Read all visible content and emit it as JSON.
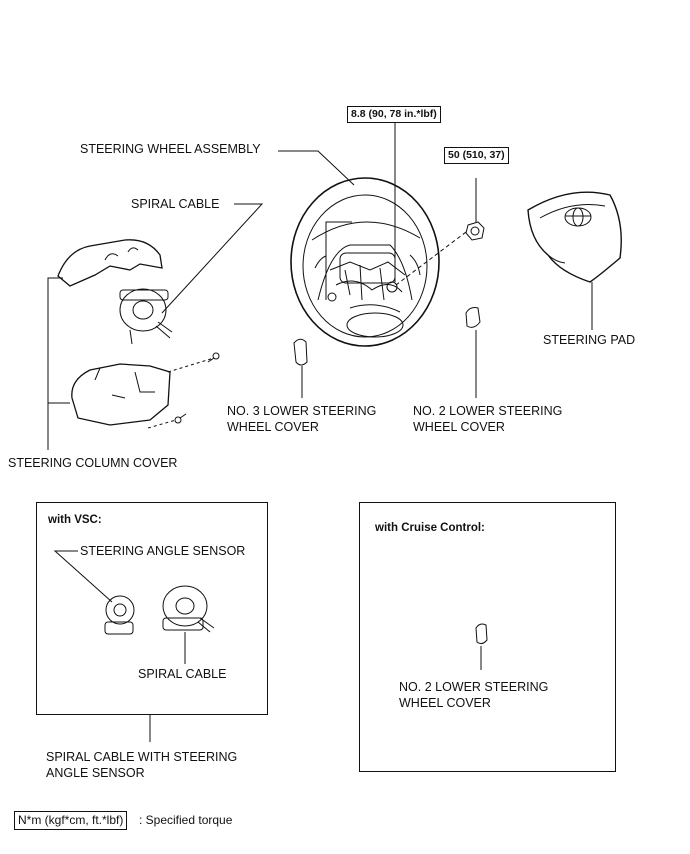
{
  "labels": {
    "steering_wheel_assembly": "STEERING WHEEL ASSEMBLY",
    "spiral_cable": "SPIRAL CABLE",
    "steering_column_cover": "STEERING COLUMN COVER",
    "no3_lower_cover_line1": "NO. 3 LOWER STEERING",
    "no3_lower_cover_line2": "WHEEL COVER",
    "no2_lower_cover_line1": "NO. 2 LOWER STEERING",
    "no2_lower_cover_line2": "WHEEL COVER",
    "steering_pad": "STEERING PAD"
  },
  "torques": {
    "wheel_bolt": "8.8 (90, 78 in.*lbf)",
    "nut": "50 (510, 37)"
  },
  "vsc_box": {
    "title": "with VSC:",
    "angle_sensor": "STEERING ANGLE SENSOR",
    "spiral_cable": "SPIRAL CABLE",
    "caption_line1": "SPIRAL CABLE WITH STEERING",
    "caption_line2": "ANGLE SENSOR"
  },
  "cruise_box": {
    "title": "with Cruise Control:",
    "cover_line1": "NO. 2 LOWER STEERING",
    "cover_line2": "WHEEL COVER"
  },
  "legend": {
    "unit_box": "N*m (kgf*cm, ft.*lbf)",
    "text": ": Specified torque"
  }
}
